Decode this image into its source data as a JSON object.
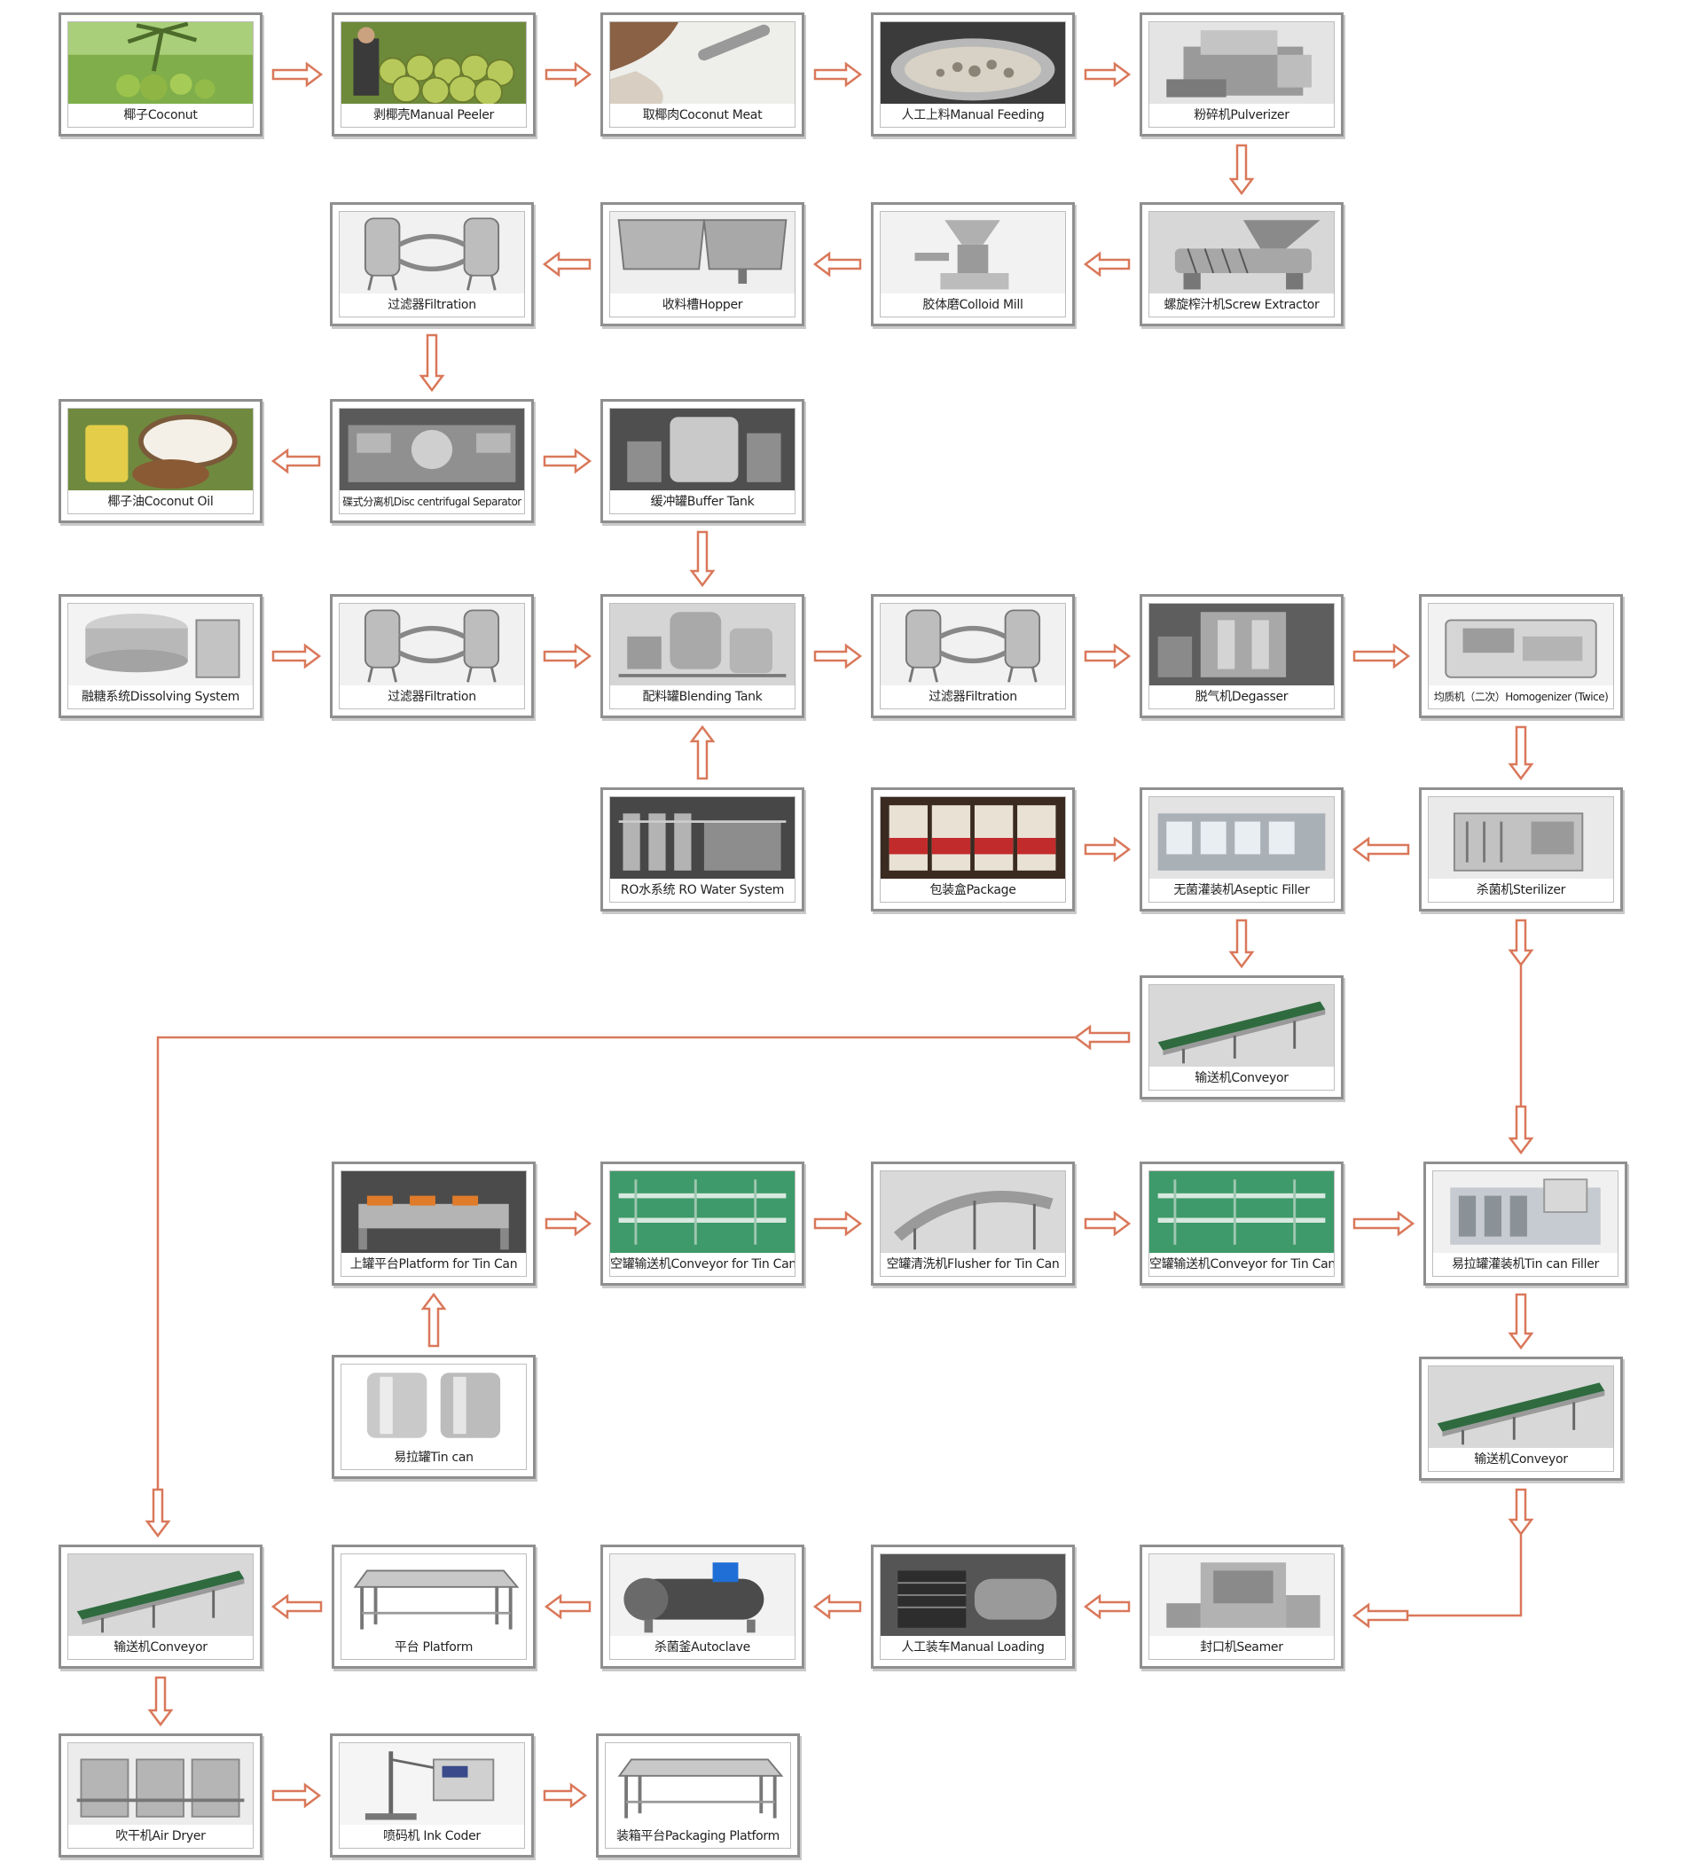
{
  "nodes": {
    "coconut": {
      "label": "椰子Coconut",
      "icon": "coconut-tree-icon"
    },
    "peeler": {
      "label": "剥椰壳Manual Peeler",
      "icon": "coconut-pile-icon"
    },
    "meat": {
      "label": "取椰肉Coconut Meat",
      "icon": "coconut-meat-icon"
    },
    "feeding": {
      "label": "人工上料Manual Feeding",
      "icon": "feeding-bowl-icon"
    },
    "pulverizer": {
      "label": "粉碎机Pulverizer",
      "icon": "pulverizer-icon"
    },
    "screw": {
      "label": "螺旋榨汁机Screw Extractor",
      "icon": "screw-extractor-icon"
    },
    "colloid": {
      "label": "胶体磨Colloid Mill",
      "icon": "colloid-mill-icon"
    },
    "hopper": {
      "label": "收料槽Hopper",
      "icon": "hopper-icon"
    },
    "filtration1": {
      "label": "过滤器Filtration",
      "icon": "filter-icon"
    },
    "separator": {
      "label": "碟式分离机Disc centrifugal Separator",
      "icon": "separator-icon"
    },
    "oil": {
      "label": "椰子油Coconut Oil",
      "icon": "coconut-oil-icon"
    },
    "buffer": {
      "label": "缓冲罐Buffer Tank",
      "icon": "buffer-tank-icon"
    },
    "dissolving": {
      "label": "融糖系统Dissolving System",
      "icon": "dissolving-tank-icon"
    },
    "filtration2": {
      "label": "过滤器Filtration",
      "icon": "filter-icon"
    },
    "blending": {
      "label": "配料罐Blending Tank",
      "icon": "blending-tank-icon"
    },
    "filtration3": {
      "label": "过滤器Filtration",
      "icon": "filter-icon"
    },
    "degasser": {
      "label": "脱气机Degasser",
      "icon": "degasser-icon"
    },
    "homogenizer": {
      "label": "均质机（二次）Homogenizer (Twice)",
      "icon": "homogenizer-icon"
    },
    "ro": {
      "label": "RO水系统 RO Water System",
      "icon": "ro-system-icon"
    },
    "package": {
      "label": "包装盒Package",
      "icon": "package-box-icon"
    },
    "aseptic": {
      "label": "无菌灌装机Aseptic Filler",
      "icon": "aseptic-filler-icon"
    },
    "sterilizer": {
      "label": "杀菌机Sterilizer",
      "icon": "sterilizer-icon"
    },
    "conveyor1": {
      "label": "输送机Conveyor",
      "icon": "conveyor-icon"
    },
    "platform_tin": {
      "label": "上罐平台Platform for Tin Can",
      "icon": "platform-icon"
    },
    "conveyor_tin1": {
      "label": "空罐输送机Conveyor for Tin Can",
      "icon": "conveyor-line-icon"
    },
    "flusher": {
      "label": "空罐清洗机Flusher for Tin Can",
      "icon": "flusher-icon"
    },
    "conveyor_tin2": {
      "label": "空罐输送机Conveyor for Tin Can",
      "icon": "conveyor-line-icon"
    },
    "tin_filler": {
      "label": "易拉罐灌装机Tin can Filler",
      "icon": "tin-filler-icon"
    },
    "tin_can": {
      "label": "易拉罐Tin can",
      "icon": "tin-can-icon"
    },
    "conveyor2": {
      "label": "输送机Conveyor",
      "icon": "conveyor-icon"
    },
    "conveyor3": {
      "label": "输送机Conveyor",
      "icon": "conveyor-icon"
    },
    "platform": {
      "label": "平台 Platform",
      "icon": "table-icon"
    },
    "autoclave": {
      "label": "杀菌釜Autoclave",
      "icon": "autoclave-icon"
    },
    "loading": {
      "label": "人工装车Manual Loading",
      "icon": "loading-cart-icon"
    },
    "seamer": {
      "label": "封口机Seamer",
      "icon": "seamer-icon"
    },
    "air_dryer": {
      "label": "吹干机Air Dryer",
      "icon": "air-dryer-icon"
    },
    "ink_coder": {
      "label": "喷码机 Ink Coder",
      "icon": "ink-coder-icon"
    },
    "packaging_platform": {
      "label": "装箱平台Packaging Platform",
      "icon": "table-icon"
    }
  },
  "colors": {
    "arrow": "#d9785a",
    "border": "#8f8f8f"
  }
}
